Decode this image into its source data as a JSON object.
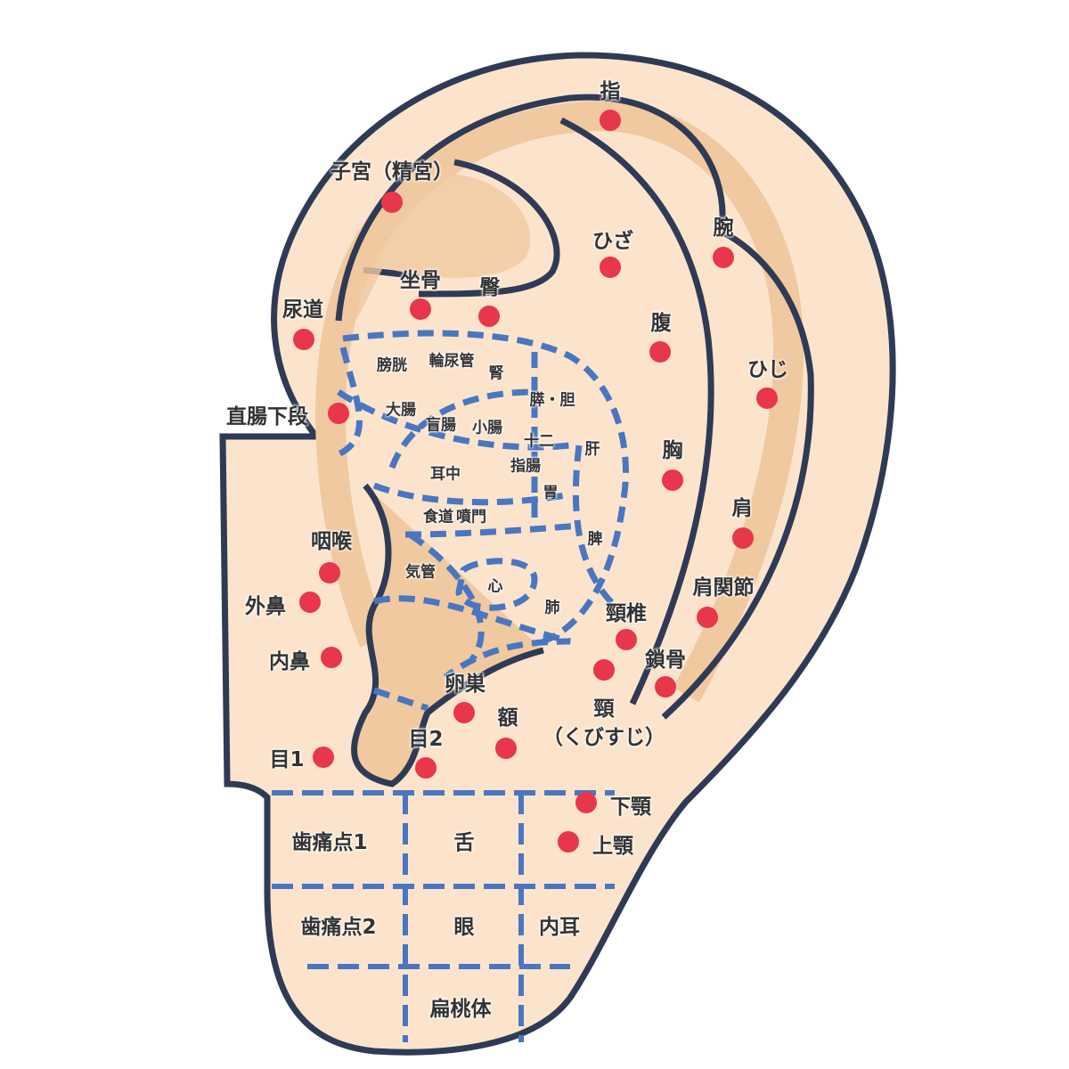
{
  "colors": {
    "skin": "#fce4cc",
    "band": "#f0c9a0",
    "outline": "#2f3a55",
    "dash": "#4a76c0",
    "point": "#e8364a"
  },
  "points": [
    "指",
    "子宮（精宮）",
    "ひざ",
    "腕",
    "坐骨",
    "臀",
    "尿道",
    "腹",
    "ひじ",
    "直腸下段",
    "胸",
    "肩",
    "咽喉",
    "肩関節",
    "外鼻",
    "頸椎",
    "内鼻",
    "鎖骨",
    "卵巣",
    "額",
    "頸",
    "（くびすじ）",
    "目2",
    "目1",
    "下顎",
    "上顎"
  ],
  "zones": [
    "膀胱",
    "輪尿管",
    "腎",
    "膵・胆",
    "大腸",
    "盲腸",
    "小腸",
    "十二",
    "指腸",
    "肝",
    "耳中",
    "胃",
    "食道",
    "噴門",
    "脾",
    "気管",
    "心",
    "肺"
  ],
  "lobe": [
    "歯痛点1",
    "舌",
    "歯痛点2",
    "眼",
    "内耳",
    "扁桃体"
  ]
}
